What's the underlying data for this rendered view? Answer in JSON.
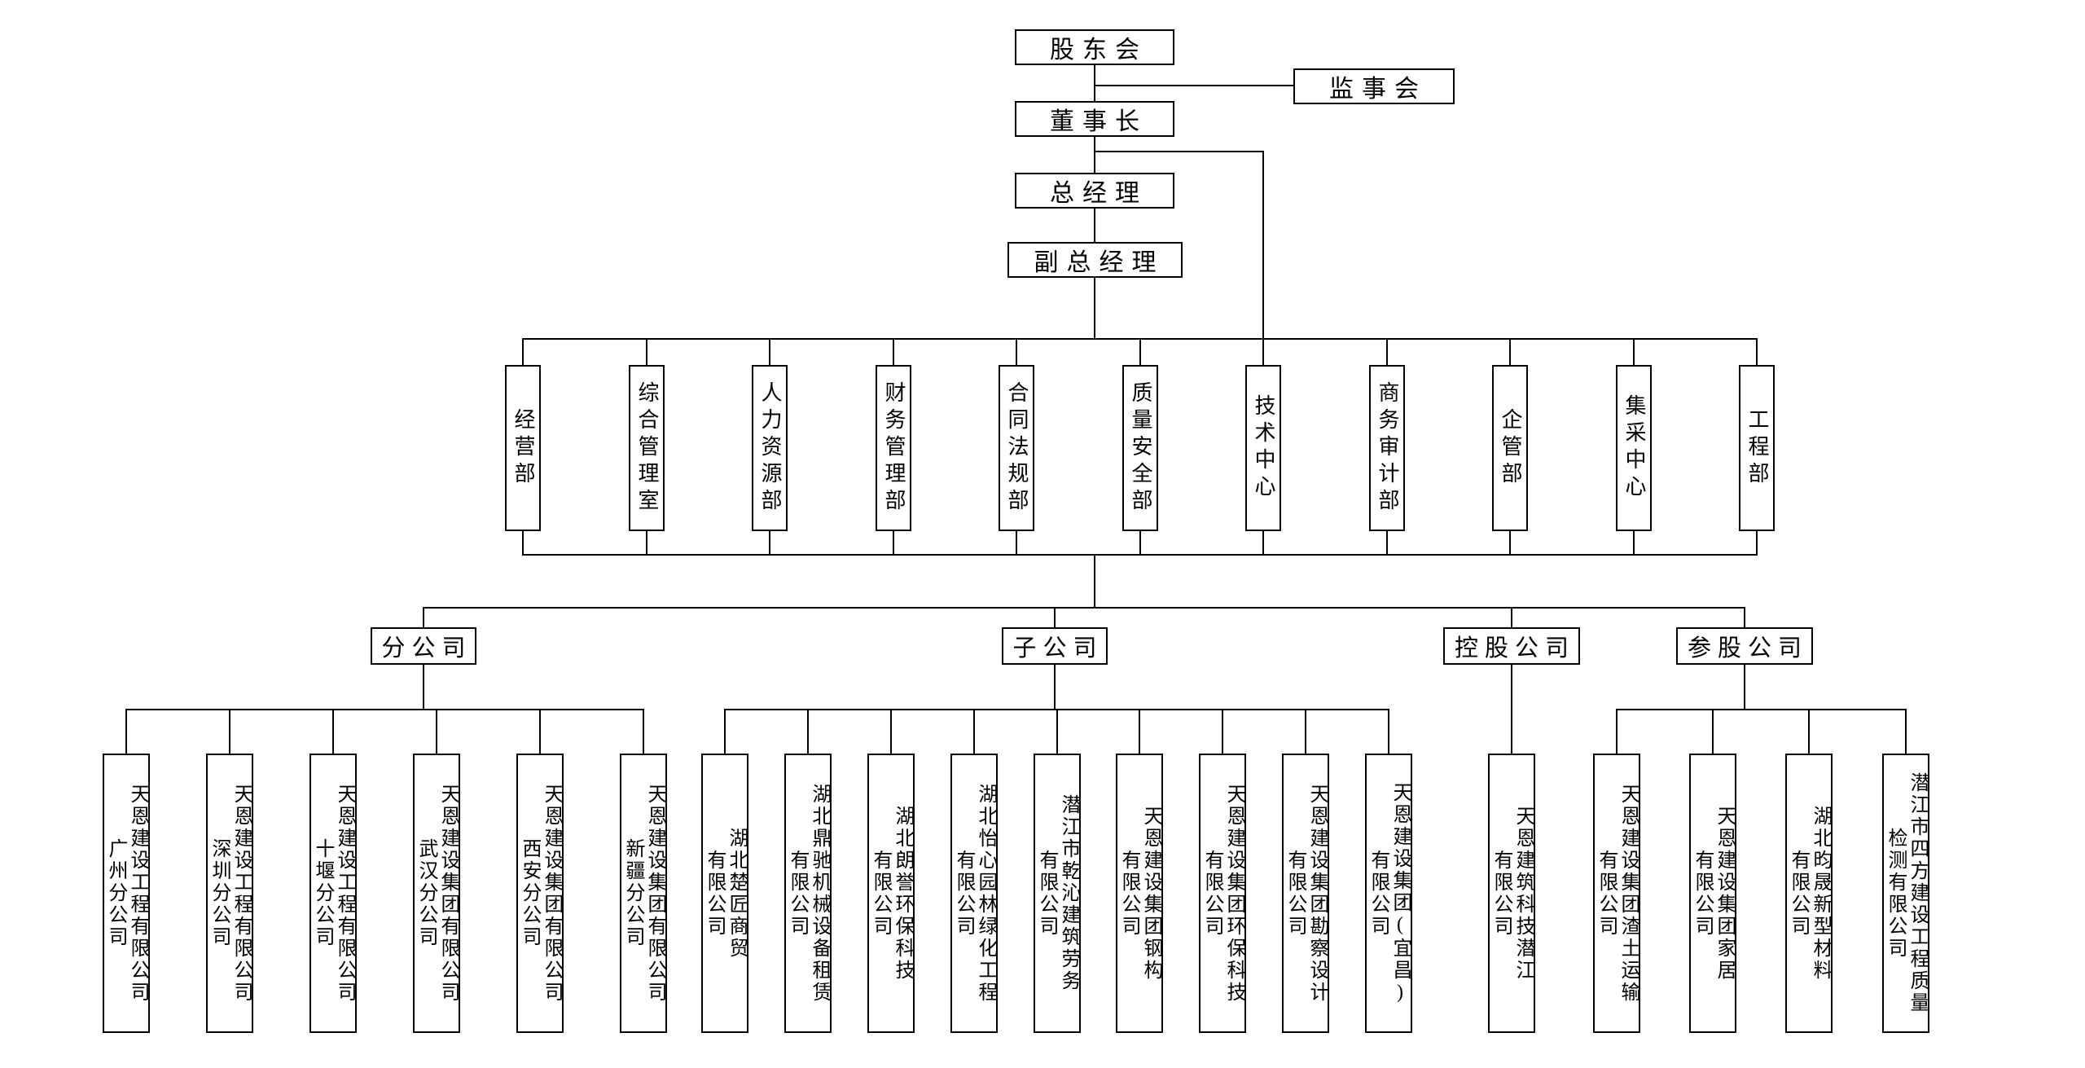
{
  "page": {
    "background": "#ffffff",
    "line_color": "#000000",
    "box_border_color": "#000000",
    "text_color": "#000000"
  },
  "top": {
    "shareholders": "股东会",
    "supervisors": "监事会",
    "chairman": "董事长",
    "general_manager": "总经理",
    "deputy_general_manager": "副总经理"
  },
  "departments": [
    "经营部",
    "综合管理室",
    "人力资源部",
    "财务管理部",
    "合同法规部",
    "质量安全部",
    "技术中心",
    "商务审计部",
    "企管部",
    "集采中心",
    "工程部"
  ],
  "groups": [
    {
      "label": "分公司",
      "companies": [
        [
          "天恩建设工程有限公司",
          "广州分公司"
        ],
        [
          "天恩建设工程有限公司",
          "深圳分公司"
        ],
        [
          "天恩建设工程有限公司",
          "十堰分公司"
        ],
        [
          "天恩建设集团有限公司",
          "武汉分公司"
        ],
        [
          "天恩建设集团有限公司",
          "西安分公司"
        ],
        [
          "天恩建设集团有限公司",
          "新疆分公司"
        ]
      ]
    },
    {
      "label": "子公司",
      "companies": [
        [
          "湖北楚匠商贸",
          "有限公司"
        ],
        [
          "湖北鼎驰机械设备租赁",
          "有限公司"
        ],
        [
          "湖北朗誉环保科技",
          "有限公司"
        ],
        [
          "湖北怡心园林绿化工程",
          "有限公司"
        ],
        [
          "潜江市乾沁建筑劳务",
          "有限公司"
        ],
        [
          "天恩建设集团钢构",
          "有限公司"
        ],
        [
          "天恩建设集团环保科技",
          "有限公司"
        ],
        [
          "天恩建设集团勘察设计",
          "有限公司"
        ],
        [
          "天恩建设集团(宜昌)",
          "有限公司"
        ]
      ]
    },
    {
      "label": "控股公司",
      "companies": [
        [
          "天恩建筑科技潜江",
          "有限公司"
        ]
      ]
    },
    {
      "label": "参股公司",
      "companies": [
        [
          "天恩建设集团渣土运输",
          "有限公司"
        ],
        [
          "天恩建设集团家居",
          "有限公司"
        ],
        [
          "湖北昀晟新型材料",
          "有限公司"
        ],
        [
          "潜江市四方建设工程质量",
          "检测有限公司"
        ]
      ]
    }
  ]
}
